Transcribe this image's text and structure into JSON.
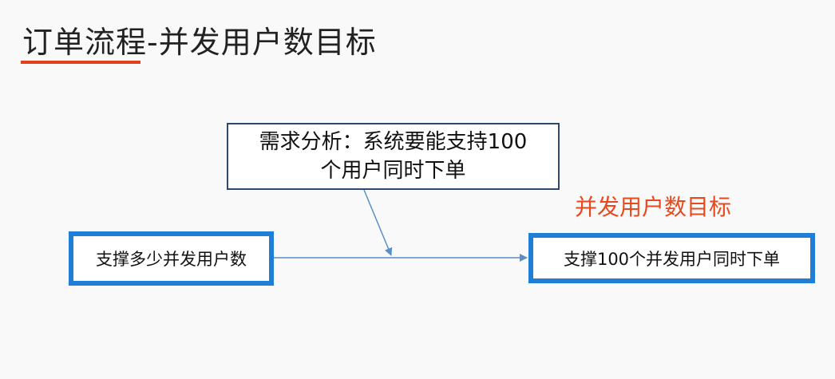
{
  "slide": {
    "title": "订单流程-并发用户数目标",
    "accent_color": "#e0401c"
  },
  "diagram": {
    "requirement": {
      "line1": "需求分析：系统要能支持100",
      "line2": "个用户同时下单"
    },
    "input": "支撑多少并发用户数",
    "output": "支撑100个并发用户同时下单",
    "target_label": "并发用户数目标",
    "box_border_color": "#1f7fd6",
    "arrow_color": "#5a8ec8",
    "target_color": "#e8491d"
  }
}
